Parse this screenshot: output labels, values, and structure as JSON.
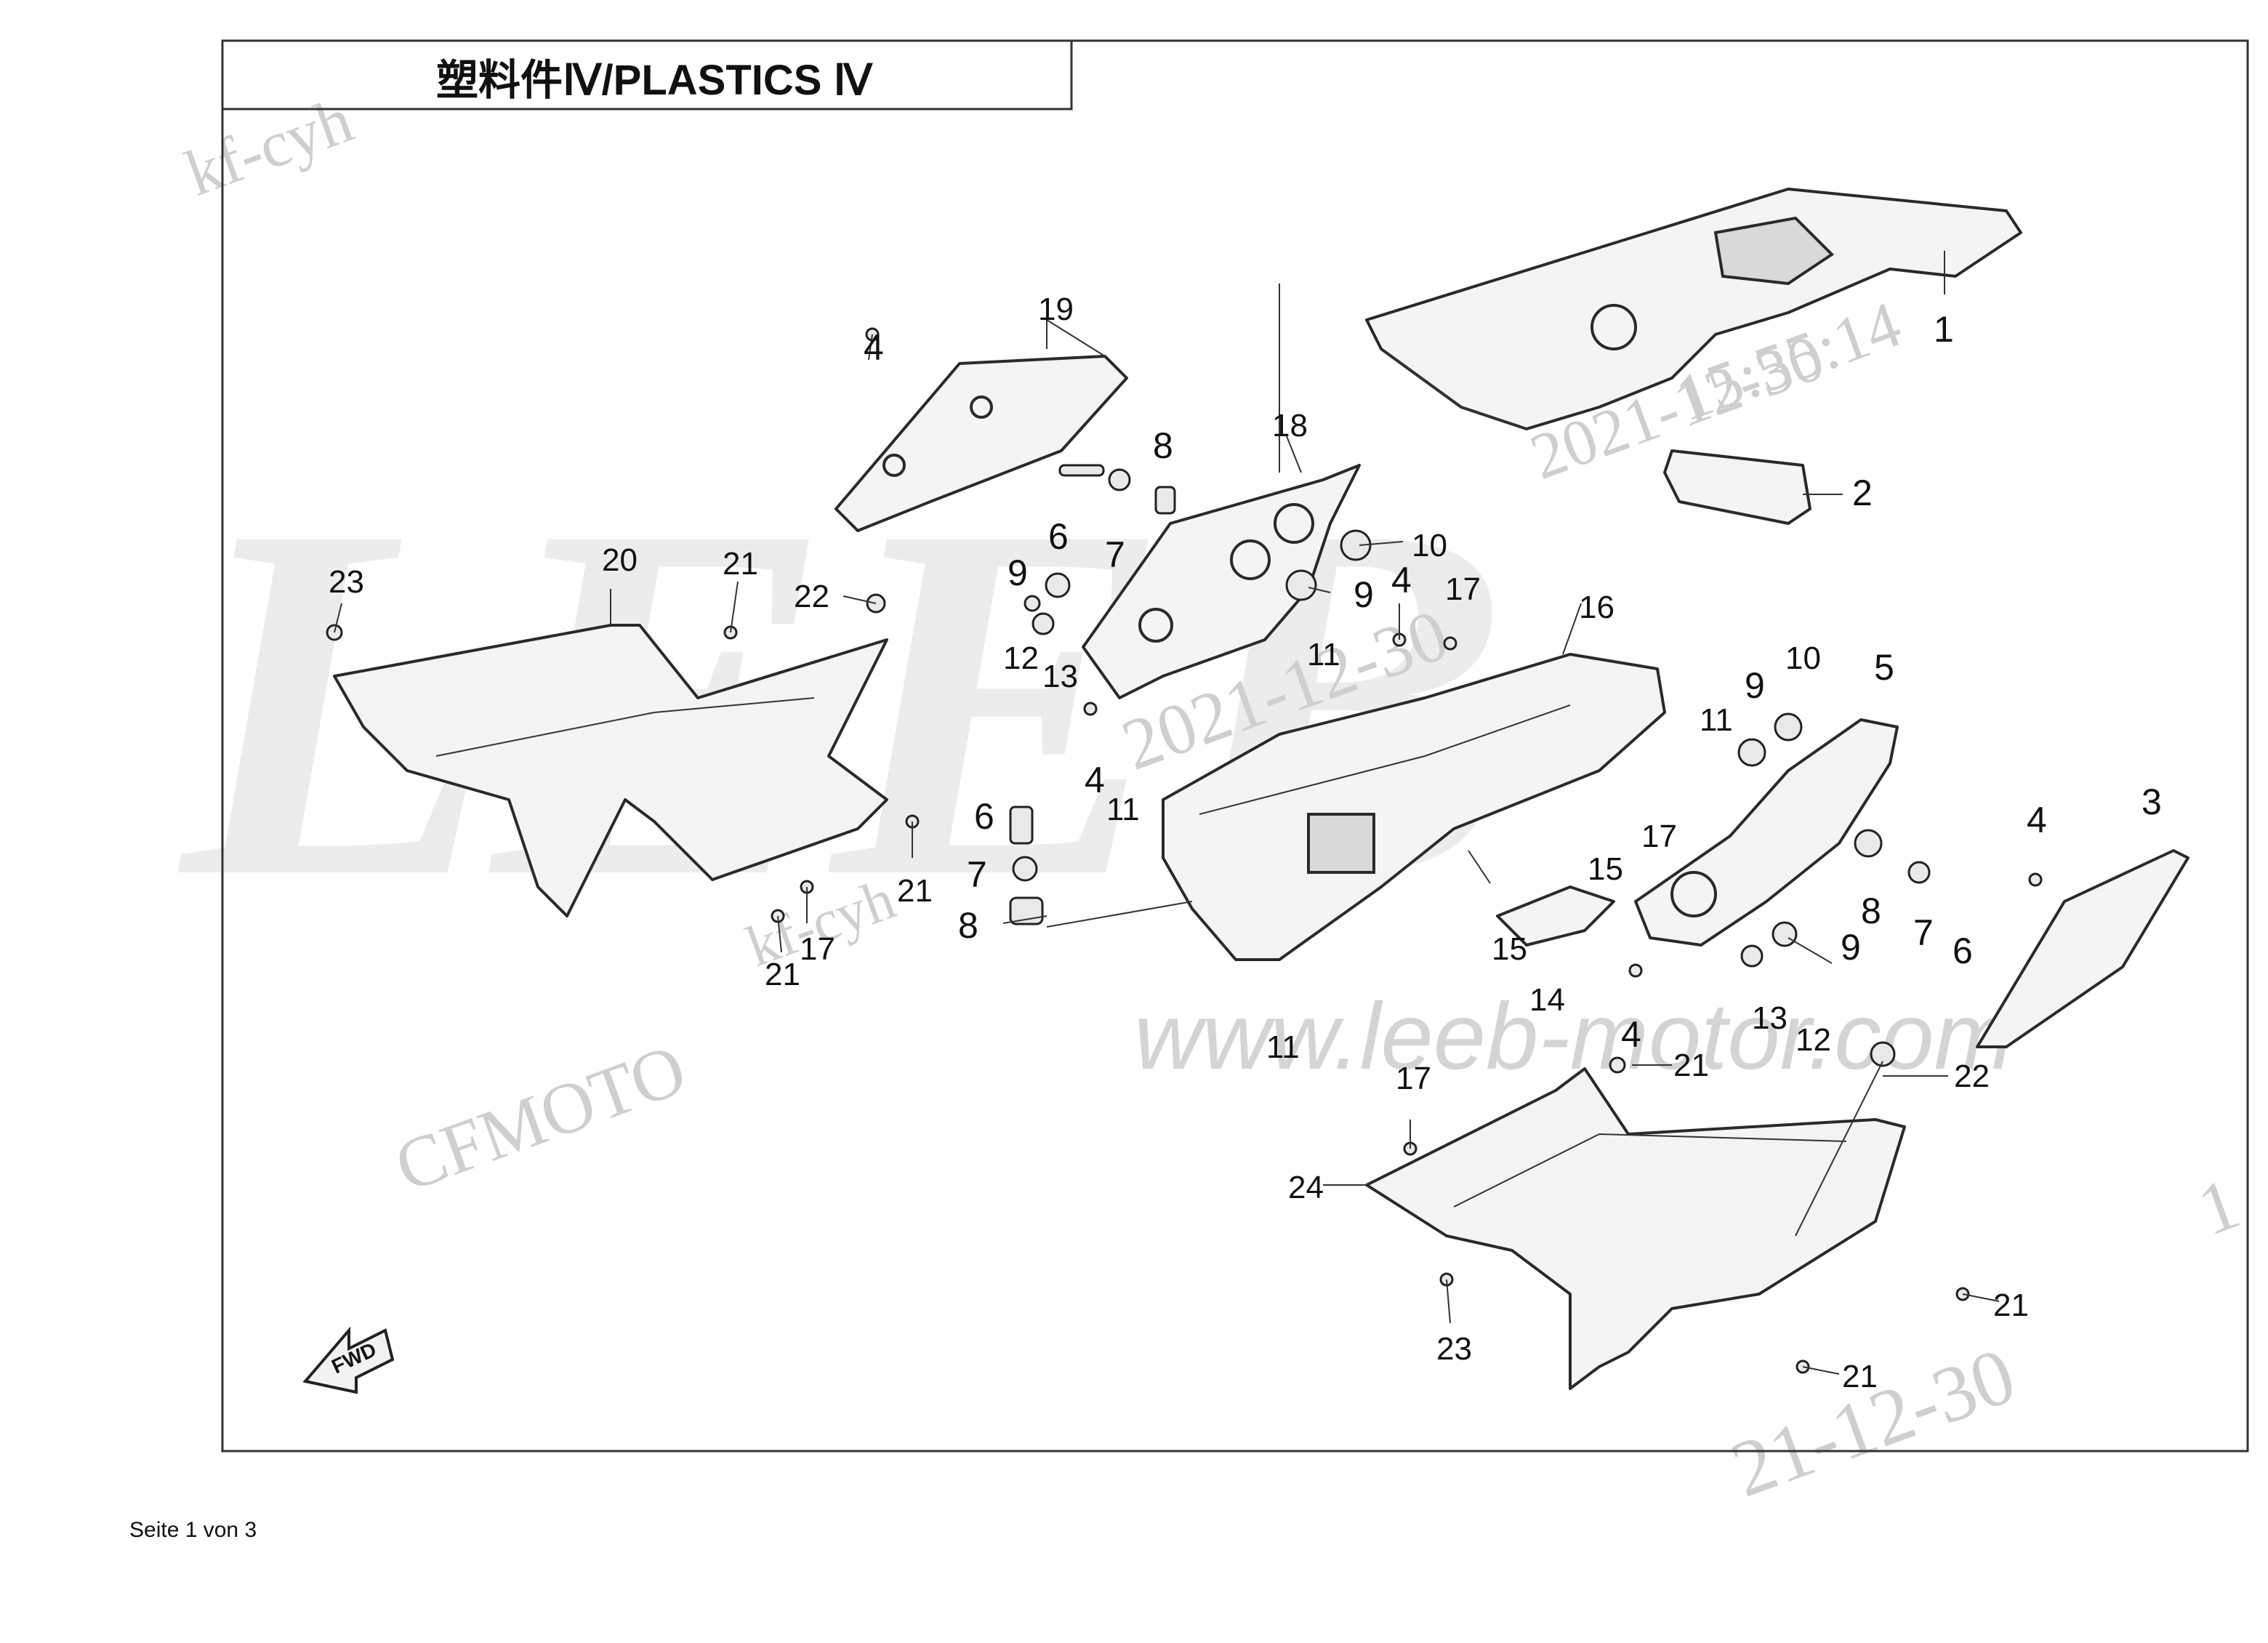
{
  "title": "塑料件Ⅳ/PLASTICS Ⅳ",
  "footer": "Seite 1 von 3",
  "watermarks": {
    "user": "kf-cyh",
    "date_a": "2021-12-30",
    "date_b": "2021-12-30",
    "date_c": "21-12-30",
    "time": "15:55:14",
    "brand": "CFMOTO",
    "url": "www.leeb-motor.com",
    "logo": "LEEB",
    "user_b": "kf-cyh",
    "partial": "1"
  },
  "fwd_label": "FWD",
  "colors": {
    "line": "#2a2a2a",
    "watermark": "#cfcfcf",
    "frame": "#333333"
  },
  "callouts": [
    {
      "label": "1"
    },
    {
      "label": "2"
    },
    {
      "label": "3"
    },
    {
      "label": "4"
    },
    {
      "label": "4"
    },
    {
      "label": "4"
    },
    {
      "label": "4"
    },
    {
      "label": "4"
    },
    {
      "label": "4"
    },
    {
      "label": "5"
    },
    {
      "label": "6"
    },
    {
      "label": "6"
    },
    {
      "label": "6"
    },
    {
      "label": "7"
    },
    {
      "label": "7"
    },
    {
      "label": "7"
    },
    {
      "label": "8"
    },
    {
      "label": "8"
    },
    {
      "label": "8"
    },
    {
      "label": "9"
    },
    {
      "label": "9"
    },
    {
      "label": "9"
    },
    {
      "label": "9"
    },
    {
      "label": "10"
    },
    {
      "label": "10"
    },
    {
      "label": "11"
    },
    {
      "label": "11"
    },
    {
      "label": "11"
    },
    {
      "label": "11"
    },
    {
      "label": "12"
    },
    {
      "label": "12"
    },
    {
      "label": "13"
    },
    {
      "label": "13"
    },
    {
      "label": "14"
    },
    {
      "label": "15"
    },
    {
      "label": "15"
    },
    {
      "label": "16"
    },
    {
      "label": "17"
    },
    {
      "label": "17"
    },
    {
      "label": "17"
    },
    {
      "label": "17"
    },
    {
      "label": "18"
    },
    {
      "label": "19"
    },
    {
      "label": "20"
    },
    {
      "label": "21"
    },
    {
      "label": "21"
    },
    {
      "label": "21"
    },
    {
      "label": "21"
    },
    {
      "label": "21"
    },
    {
      "label": "21"
    },
    {
      "label": "22"
    },
    {
      "label": "22"
    },
    {
      "label": "23"
    },
    {
      "label": "23"
    },
    {
      "label": "24"
    }
  ]
}
